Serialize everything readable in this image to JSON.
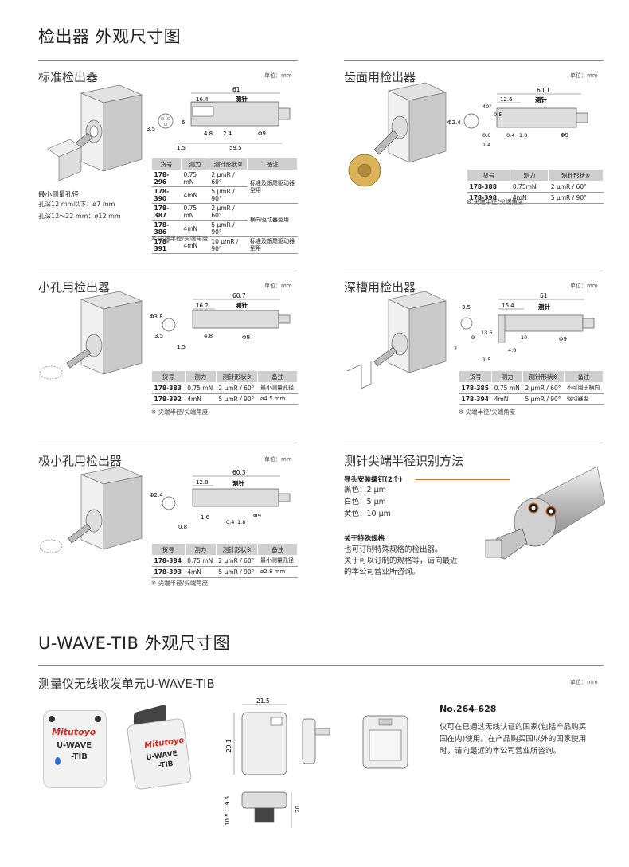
{
  "page_title": "检出器 外观尺寸图",
  "unit_label": "单位：mm",
  "stylus_label": "测针",
  "table_headers": [
    "货号",
    "测力",
    "测针形状※",
    "备注"
  ],
  "footnote": "※ 尖端半径/尖端角度",
  "standard": {
    "title": "标准检出器",
    "dims": [
      "61",
      "16.4",
      "6",
      "3.5",
      "4.8",
      "2.4",
      "Φ9",
      "1.5",
      "59.5"
    ],
    "min_hole_title": "最小测量孔径",
    "min_hole_lines": [
      "孔深12 mm以下：ø7 mm",
      "孔深12～22 mm：ø12 mm"
    ],
    "rows": [
      {
        "code": "178-296",
        "force": "0.75 mN",
        "tip": "2 μmR / 60°",
        "remark": "标准及跟尾驱动器型用"
      },
      {
        "code": "178-390",
        "force": "4mN",
        "tip": "5 μmR / 90°",
        "remark": ""
      },
      {
        "code": "178-387",
        "force": "0.75 mN",
        "tip": "2 μmR / 60°",
        "remark": "横向驱动器型用"
      },
      {
        "code": "178-386",
        "force": "4mN",
        "tip": "5 μmR / 90°",
        "remark": ""
      },
      {
        "code": "178-391",
        "force": "4mN",
        "tip": "10 μmR / 90°",
        "remark": "标准及跟尾驱动器型用"
      }
    ]
  },
  "gear": {
    "title": "齿面用检出器",
    "dims": [
      "60.1",
      "12.6",
      "Φ2.4",
      "40°",
      "0.5",
      "0.6",
      "0.4",
      "1.8",
      "1.4",
      "Φ9"
    ],
    "rows": [
      {
        "code": "178-388",
        "force": "0.75mN",
        "tip": "2 μmR / 60°",
        "remark": ""
      },
      {
        "code": "178-398",
        "force": "4mN",
        "tip": "5 μmR / 90°",
        "remark": ""
      }
    ]
  },
  "small_hole": {
    "title": "小孔用检出器",
    "dims": [
      "60.7",
      "16.2",
      "Φ3.8",
      "3.5",
      "4.8",
      "1.5",
      "Φ9"
    ],
    "rows": [
      {
        "code": "178-383",
        "force": "0.75 mN",
        "tip": "2 μmR / 60°",
        "remark": "最小测量孔径"
      },
      {
        "code": "178-392",
        "force": "4mN",
        "tip": "5 μmR / 90°",
        "remark": "ø4.5 mm"
      }
    ]
  },
  "deep_groove": {
    "title": "深槽用检出器",
    "dims": [
      "61",
      "16.4",
      "3.5",
      "13.6",
      "9",
      "10",
      "2",
      "4.8",
      "1.5",
      "Φ9"
    ],
    "rows": [
      {
        "code": "178-385",
        "force": "0.75 mN",
        "tip": "2 μmR / 60°",
        "remark": "不可用于横向"
      },
      {
        "code": "178-394",
        "force": "4mN",
        "tip": "5 μmR / 90°",
        "remark": "驱动器型"
      }
    ]
  },
  "tiny_hole": {
    "title": "极小孔用检出器",
    "dims": [
      "60.3",
      "12.8",
      "Φ2.4",
      "1.6",
      "0.8",
      "0.4",
      "1.8",
      "Φ9"
    ],
    "rows": [
      {
        "code": "178-384",
        "force": "0.75 mN",
        "tip": "2 μmR / 60°",
        "remark": "最小测量孔径"
      },
      {
        "code": "178-393",
        "force": "4mN",
        "tip": "5 μmR / 90°",
        "remark": "ø2.8 mm"
      }
    ]
  },
  "tip_id": {
    "title": "测针尖端半径识别方法",
    "screw_label": "导头安装螺钉(2个)",
    "colors": [
      {
        "name": "黑色：",
        "value": "2 μm"
      },
      {
        "name": "白色：",
        "value": "5 μm"
      },
      {
        "name": "黄色：",
        "value": "10 μm"
      }
    ],
    "special_title": "关于特殊规格",
    "special_lines": [
      "也可订制特殊规格的检出器。",
      "关于可以订制的规格等，请向最近",
      "的本公司营业所咨询。"
    ]
  },
  "uwave": {
    "section_title": "U-WAVE-TIB 外观尺寸图",
    "sub_title": "测量仪无线收发单元U-WAVE-TIB",
    "brand": "Mitutoyo",
    "label1": "U-WAVE",
    "label2": "-TIB",
    "dims": [
      "21.5",
      "29.1",
      "9.5",
      "10.5",
      "20"
    ],
    "model": "No.264-628",
    "desc_lines": [
      "仅可在已通过无线认证的国家(包括产品购买",
      "国在内)使用。在产品购买国以外的国家使用",
      "时，请向最近的本公司营业所咨询。"
    ]
  }
}
